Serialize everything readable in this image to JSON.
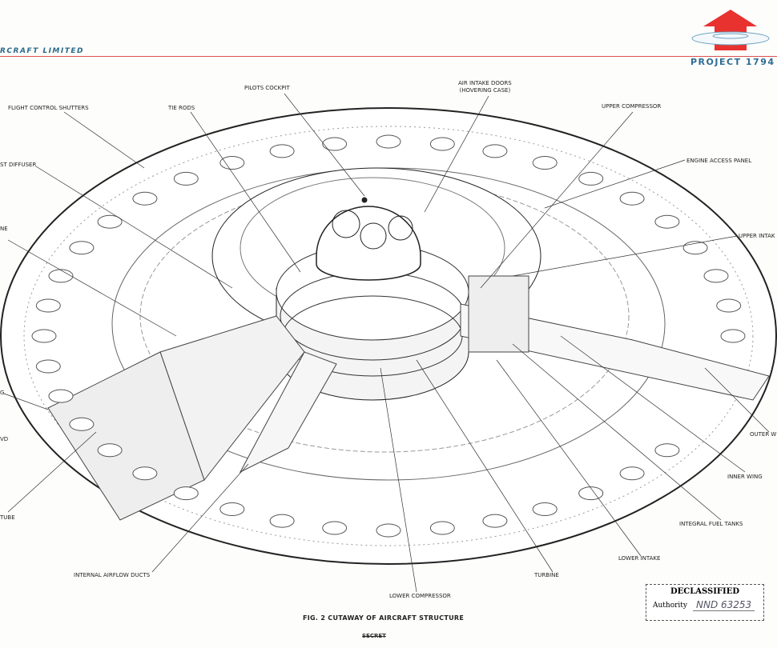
{
  "header": {
    "company": "RCRAFT LIMITED",
    "project": "PROJECT 1794",
    "logo": "arrow-saucer-logo"
  },
  "labels": {
    "pilots_cockpit": "PILOTS COCKPIT",
    "air_intake_doors": "AIR INTAKE DOORS",
    "air_intake_doors_sub": "(HOVERING CASE)",
    "flight_control_shutters": "FLIGHT CONTROL SHUTTERS",
    "tie_rods": "TIE RODS",
    "upper_compressor": "UPPER COMPRESSOR",
    "engine_access_panel": "ENGINE ACCESS PANEL",
    "thrust_diffuser": "ST DIFFUSER",
    "left_ne": "NE",
    "upper_intake": "UPPER INTAK",
    "left_g": "G",
    "left_vd": "VD",
    "outer_wing": "OUTER W",
    "inner_wing": "INNER WING",
    "tube": "TUBE",
    "integral_fuel_tanks": "INTEGRAL FUEL TANKS",
    "lower_intake": "LOWER INTAKE",
    "internal_airflow_ducts": "INTERNAL AIRFLOW DUCTS",
    "turbine": "TURBINE",
    "lower_compressor": "LOWER COMPRESSOR"
  },
  "caption": "FIG. 2 CUTAWAY OF AIRCRAFT STRUCTURE",
  "classification": "SECRET",
  "stamp": {
    "title": "DECLASSIFIED",
    "authority_label": "Authority",
    "authority_value": "NND 63253"
  }
}
